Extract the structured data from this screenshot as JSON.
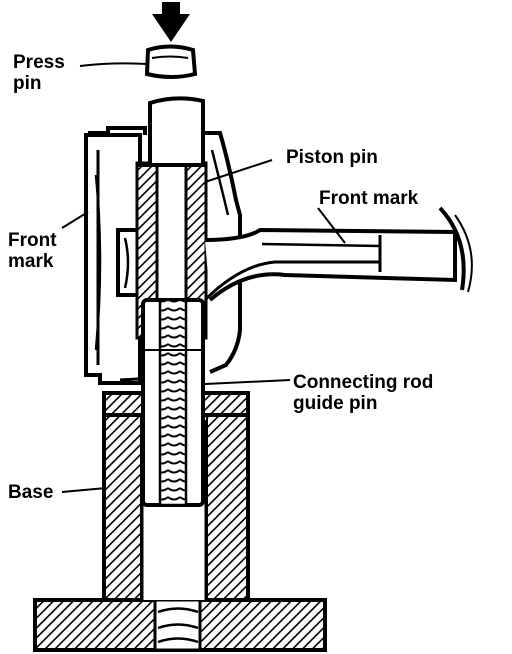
{
  "labels": {
    "press_pin_line1": "Press",
    "press_pin_line2": "pin",
    "piston_pin": "Piston pin",
    "front_mark_rod": "Front mark",
    "front_mark_piston_line1": "Front",
    "front_mark_piston_line2": "mark",
    "guide_pin_line1": "Connecting rod",
    "guide_pin_line2": "guide pin",
    "base": "Base"
  },
  "colors": {
    "ink": "#000000",
    "paper": "#ffffff"
  }
}
